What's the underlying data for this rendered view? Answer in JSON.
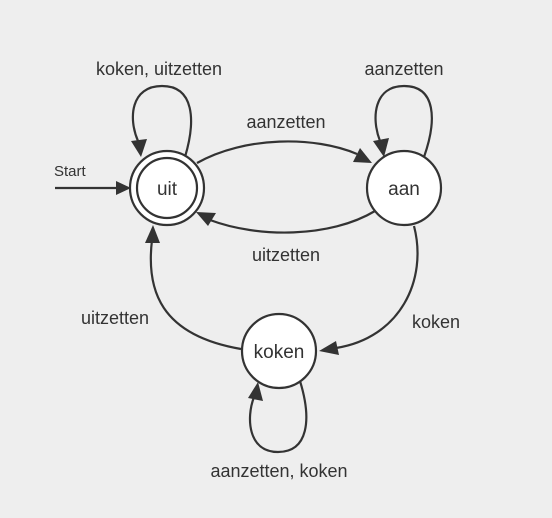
{
  "diagram": {
    "start_label": "Start",
    "states": {
      "uit": "uit",
      "aan": "aan",
      "koken": "koken"
    },
    "transitions": {
      "uit_self": "koken, uitzetten",
      "uit_to_aan": "aanzetten",
      "aan_self": "aanzetten",
      "aan_to_uit": "uitzetten",
      "aan_to_koken": "koken",
      "koken_to_uit": "uitzetten",
      "koken_self": "aanzetten, koken"
    },
    "initial_state": "uit",
    "accepting_states": [
      "uit"
    ]
  }
}
